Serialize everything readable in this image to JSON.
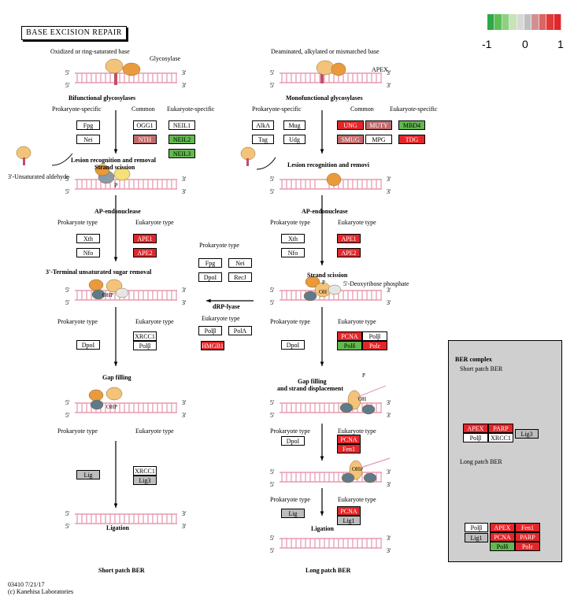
{
  "title": "BASE EXCISION REPAIR",
  "legend": {
    "min": "-1",
    "mid": "0",
    "max": "1",
    "colors": [
      "#2da846",
      "#5fbf57",
      "#8fd07f",
      "#c6e3b9",
      "#d8d8d8",
      "#bfbfbf",
      "#d38f8f",
      "#d96565",
      "#e23838",
      "#e3262a"
    ]
  },
  "left": {
    "damage_label": "Oxidized or ring-saturated base",
    "enzyme_label": "Glycosylase",
    "step1": "Bifunctional glycosylases",
    "cat_pro": "Prokaryote-specific",
    "cat_common": "Common",
    "cat_euk": "Eukaryote-specific",
    "unsat_aldehyde": "3'-Unsaturated aldehyde",
    "lesion": "Lesion recognition and removal",
    "scission": "Strand scission",
    "ap_endo": "AP-endonuclease",
    "pro_type": "Prokaryote type",
    "euk_type": "Eukaryote type",
    "sugar_removal": "3'-Terminal unsaturated sugar removal",
    "gap_filling": "Gap filling",
    "ligation": "Ligation",
    "short_patch": "Short patch BER"
  },
  "middle": {
    "pro_type": "Prokaryote type",
    "euk_type": "Eukaryote type",
    "drp_lyase": "dRP-lyase"
  },
  "right": {
    "damage_label": "Deaminated, alkylated or mismatched base",
    "apex": "APEX",
    "step1": "Monofunctional glycosylases",
    "cat_pro": "Prokaryote-specific",
    "cat_common": "Common",
    "cat_euk": "Eukaryote-specific",
    "lesion": "Lesion recognition and removi",
    "ap_endo": "AP-endonuclease",
    "pro_type": "Prokaryote type",
    "euk_type": "Eukaryote type",
    "scission": "Strand scission",
    "deoxyribose": "5'-Deoxyribose phosphate",
    "gap_filling": "Gap filling",
    "displacement": "and strand displacement",
    "ligation": "Ligation",
    "long_patch": "Long patch BER"
  },
  "ber_complex": {
    "title": "BER complex",
    "short": "Short patch BER",
    "long": "Long patch BER"
  },
  "footer": {
    "id": "03410 7/21/17",
    "copyright": "(c) Kanehisa Laboratories"
  },
  "dna": {
    "five": "5'",
    "three": "3'",
    "p": "P",
    "oh": "OH",
    "ohp": "OHP"
  },
  "genes": [
    {
      "id": "fpg",
      "label": "Fpg",
      "s": "ng"
    },
    {
      "id": "nei",
      "label": "Nei",
      "s": "ng"
    },
    {
      "id": "ogg1",
      "label": "OGG1",
      "s": "ng"
    },
    {
      "id": "nth",
      "label": "NTH",
      "s": "mu"
    },
    {
      "id": "neil1",
      "label": "NEIL1",
      "s": "ng"
    },
    {
      "id": "neil2",
      "label": "NEIL2",
      "s": "dn"
    },
    {
      "id": "neil3",
      "label": "NEIL3",
      "s": "dn"
    },
    {
      "id": "xth",
      "label": "Xth",
      "s": "ng"
    },
    {
      "id": "nfo",
      "label": "Nfo",
      "s": "ng"
    },
    {
      "id": "ape1",
      "label": "APE1",
      "s": "up"
    },
    {
      "id": "ape2",
      "label": "APE2",
      "s": "up"
    },
    {
      "id": "dpoi_l",
      "label": "DpoI",
      "s": "ng"
    },
    {
      "id": "xrcc1_l",
      "label": "XRCC1",
      "s": "ng"
    },
    {
      "id": "polb_l",
      "label": "Polβ",
      "s": "ng"
    },
    {
      "id": "lig_l",
      "label": "Lig",
      "s": "gr"
    },
    {
      "id": "xrcc1_l2",
      "label": "XRCC1",
      "s": "ng"
    },
    {
      "id": "lig3_l",
      "label": "Lig3",
      "s": "gr"
    },
    {
      "id": "fpg_m",
      "label": "Fpg",
      "s": "ng"
    },
    {
      "id": "nei_m",
      "label": "Nei",
      "s": "ng"
    },
    {
      "id": "dpoi_m",
      "label": "DpoI",
      "s": "ng"
    },
    {
      "id": "recj",
      "label": "RecJ",
      "s": "ng"
    },
    {
      "id": "polb_m",
      "label": "Polβ",
      "s": "ng"
    },
    {
      "id": "pola",
      "label": "PolΛ",
      "s": "ng"
    },
    {
      "id": "hmgb1",
      "label": "HMGB1",
      "s": "up"
    },
    {
      "id": "alka",
      "label": "AlkA",
      "s": "ng"
    },
    {
      "id": "mug",
      "label": "Mug",
      "s": "ng"
    },
    {
      "id": "tag",
      "label": "Tag",
      "s": "ng"
    },
    {
      "id": "udg",
      "label": "Udg",
      "s": "ng"
    },
    {
      "id": "ung",
      "label": "UNG",
      "s": "up"
    },
    {
      "id": "muty",
      "label": "MUTY",
      "s": "mu"
    },
    {
      "id": "smug",
      "label": "SMUG",
      "s": "mu"
    },
    {
      "id": "mpg",
      "label": "MPG",
      "s": "ng"
    },
    {
      "id": "mbd4",
      "label": "MBD4",
      "s": "dn"
    },
    {
      "id": "tdg",
      "label": "TDG",
      "s": "up"
    },
    {
      "id": "xth_r",
      "label": "Xth",
      "s": "ng"
    },
    {
      "id": "nfo_r",
      "label": "Nfo",
      "s": "ng"
    },
    {
      "id": "ape1_r",
      "label": "APE1",
      "s": "up"
    },
    {
      "id": "ape2_r",
      "label": "APE2",
      "s": "up"
    },
    {
      "id": "dpoi_r",
      "label": "DpoI",
      "s": "ng"
    },
    {
      "id": "pcna_r",
      "label": "PCNA",
      "s": "up"
    },
    {
      "id": "polb_r",
      "label": "Polβ",
      "s": "ng"
    },
    {
      "id": "pold_r",
      "label": "Polδ",
      "s": "dn"
    },
    {
      "id": "pole_r",
      "label": "Polε",
      "s": "up"
    },
    {
      "id": "dpoi_r2",
      "label": "DpoI",
      "s": "ng"
    },
    {
      "id": "pcna_r2",
      "label": "PCNA",
      "s": "up"
    },
    {
      "id": "fen1_r",
      "label": "Fen1",
      "s": "up"
    },
    {
      "id": "lig_r",
      "label": "Lig",
      "s": "gr"
    },
    {
      "id": "pcna_r3",
      "label": "PCNA",
      "s": "up"
    },
    {
      "id": "lig1_r",
      "label": "Lig1",
      "s": "gr"
    },
    {
      "id": "apex_c",
      "label": "APEX",
      "s": "up"
    },
    {
      "id": "parp_c",
      "label": "PARP",
      "s": "up"
    },
    {
      "id": "polb_c",
      "label": "Polβ",
      "s": "ng"
    },
    {
      "id": "xrcc1_c",
      "label": "XRCC1",
      "s": "ng"
    },
    {
      "id": "lig3_c",
      "label": "Lig3",
      "s": "gr"
    },
    {
      "id": "polb_c2",
      "label": "Polβ",
      "s": "ng"
    },
    {
      "id": "apex_c2",
      "label": "APEX",
      "s": "up"
    },
    {
      "id": "fen1_c",
      "label": "Fen1",
      "s": "up"
    },
    {
      "id": "lig1_c",
      "label": "Lig1",
      "s": "gr"
    },
    {
      "id": "pcna_c",
      "label": "PCNA",
      "s": "up"
    },
    {
      "id": "parp_c2",
      "label": "PARP",
      "s": "up"
    },
    {
      "id": "pold_c",
      "label": "Polδ",
      "s": "dn"
    },
    {
      "id": "pole_c",
      "label": "Polε",
      "s": "up"
    }
  ],
  "complex_blobs": {
    "short": [
      "APEX",
      "Lig III",
      "XRCC1",
      "Polβ",
      "PARP"
    ],
    "long": [
      "APEX",
      "FEN1",
      "PCNA",
      "Polδ",
      "Lig1",
      "PARP",
      "Polδε"
    ]
  }
}
